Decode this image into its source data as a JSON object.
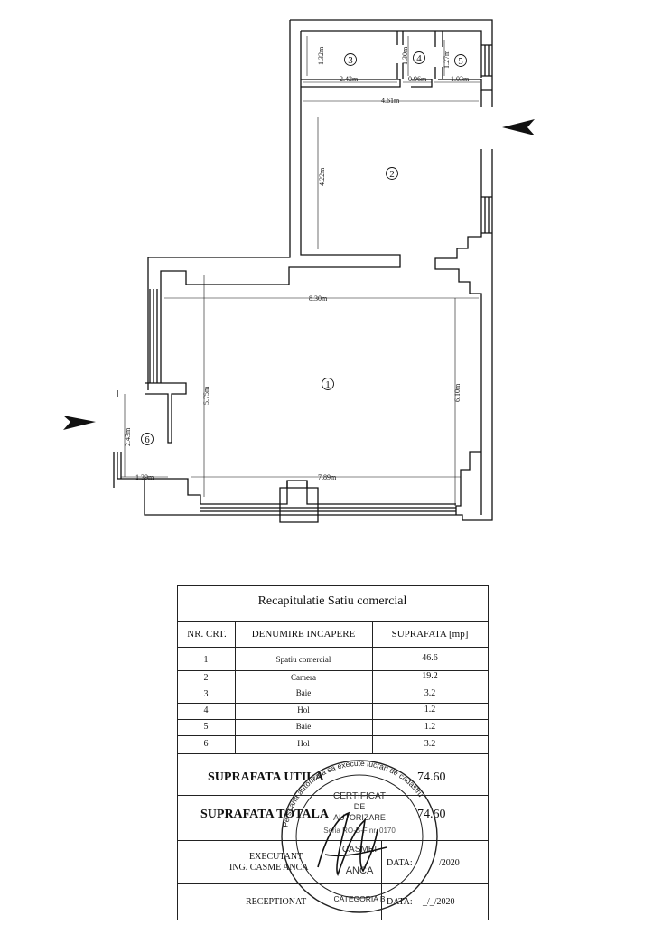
{
  "plan": {
    "rooms": [
      {
        "id": "1",
        "name": "Spatiu comercial"
      },
      {
        "id": "2",
        "name": "Camera"
      },
      {
        "id": "3",
        "name": "Baie"
      },
      {
        "id": "4",
        "name": "Hol"
      },
      {
        "id": "5",
        "name": "Baie"
      },
      {
        "id": "6",
        "name": "Hol"
      }
    ],
    "dimensions": {
      "d_1_32": "1.32m",
      "d_1_30": "1.30m",
      "d_1_27": "1.27m",
      "d_2_42": "2.42m",
      "d_0_96": "0.96m",
      "d_1_03": "1.03m",
      "d_4_61": "4.61m",
      "d_4_22": "4.22m",
      "d_8_30": "8.30m",
      "d_5_75": "5.75m",
      "d_6_10": "6.10m",
      "d_2_43": "2.43m",
      "d_1_39": "1.39m",
      "d_7_89": "7.89m"
    },
    "entrance_arrows": [
      "arrow-right",
      "arrow-left"
    ]
  },
  "table": {
    "title": "Recapitulatie Satiu comercial",
    "headers": {
      "nr": "NR. CRT.",
      "name": "DENUMIRE INCAPERE",
      "area": "SUPRAFATA [mp]"
    },
    "rows": [
      {
        "nr": "1",
        "name": "Spatiu comercial",
        "area": "46.6"
      },
      {
        "nr": "2",
        "name": "Camera",
        "area": "19.2"
      },
      {
        "nr": "3",
        "name": "Baie",
        "area": "3.2"
      },
      {
        "nr": "4",
        "name": "Hol",
        "area": "1.2"
      },
      {
        "nr": "5",
        "name": "Baie",
        "area": "1.2"
      },
      {
        "nr": "6",
        "name": "Hol",
        "area": "3.2"
      }
    ],
    "util_label": "SUPRAFATA UTILA",
    "util_value": "74.60",
    "total_label": "SUPRAFATA TOTALA",
    "total_value": "74.60",
    "executant_label": "EXECUTANT",
    "executant_name": "ING. CASME ANCA",
    "data_label_1": "DATA:",
    "data_value_1": "/2020",
    "receptionat_label": "RECEPTIONAT",
    "data_label_2": "DATA:",
    "data_value_2": "_/_/2020"
  },
  "stamp": {
    "text_ring": "Persoana autorizata sa execute lucrari de cadastru",
    "center_1": "CERTIFICAT",
    "center_2": "DE",
    "center_3": "AUTORIZARE",
    "serie": "Seria RO-B-F nr. 0170",
    "name_1": "CASMEI",
    "name_2": "ANCA",
    "categoria": "CATEGORIA B"
  }
}
